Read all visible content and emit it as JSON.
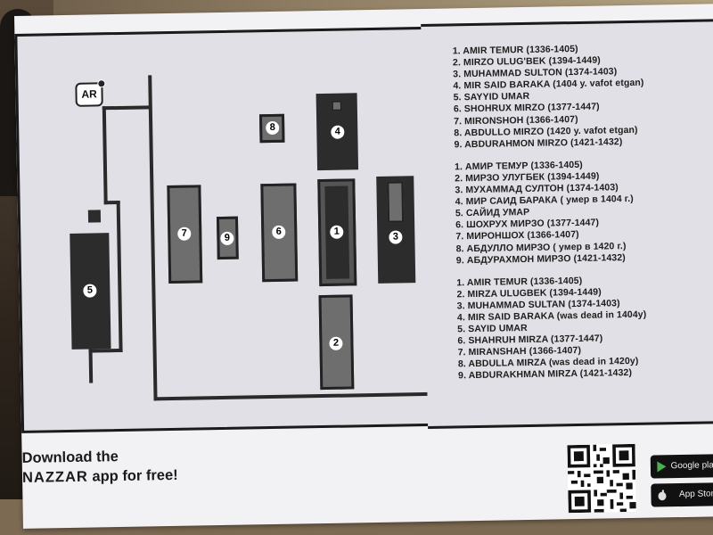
{
  "ar_badge": "AR",
  "map": {
    "labels": [
      "1",
      "2",
      "3",
      "4",
      "5",
      "6",
      "7",
      "8",
      "9"
    ]
  },
  "lists": {
    "uzbek": [
      "1. AMIR TEMUR (1336-1405)",
      "2. MIRZO ULUG'BEK (1394-1449)",
      "3. MUHAMMAD SULTON (1374-1403)",
      "4. MIR SAID BARAKA (1404 y. vafot etgan)",
      "5. SAYYID UMAR",
      "6. SHOHRUX MIRZO (1377-1447)",
      "7. MIRONSHOH (1366-1407)",
      "8. ABDULLO MIRZO (1420 y. vafot etgan)",
      "9. ABDURAHMON MIRZO (1421-1432)"
    ],
    "russian": [
      "1. АМИР ТЕМУР (1336-1405)",
      "2. МИРЗО УЛУГБЕК (1394-1449)",
      "3. МУХАММАД СУЛТОН (1374-1403)",
      "4. МИР САИД БАРАКА ( умер в 1404 г.)",
      "5. САЙИД УМАР",
      "6. ШОХРУХ МИРЗО (1377-1447)",
      "7. МИРОНШОХ (1366-1407)",
      "8. АБДУЛЛО МИРЗО ( умер в 1420 г.)",
      "9. АБДУРАХМОН МИРЗО (1421-1432)"
    ],
    "english": [
      "1. AMIR TEMUR (1336-1405)",
      "2. MIRZA ULUGBEK (1394-1449)",
      "3. MUHAMMAD SULTAN (1374-1403)",
      "4. MIR SAID BARAKA (was dead in 1404y)",
      "5. SAYID UMAR",
      "6. SHAHRUH MIRZA (1377-1447)",
      "7. MIRANSHAH (1366-1407)",
      "8. ABDULLA MIRZA (was dead in 1420y)",
      "9. ABDURAKHMAN MIRZA (1421-1432)"
    ]
  },
  "promo": {
    "line1": "Download the",
    "brand": "NAZZAR",
    "line2_rest": " app for free!"
  },
  "stores": {
    "google": "Google play",
    "apple": "App Store"
  },
  "colors": {
    "board": "#f2f2f4",
    "panel": "#e0e0e6",
    "tomb_dark": "#2c2c2c",
    "tomb_gray": "#6e6e6e"
  }
}
